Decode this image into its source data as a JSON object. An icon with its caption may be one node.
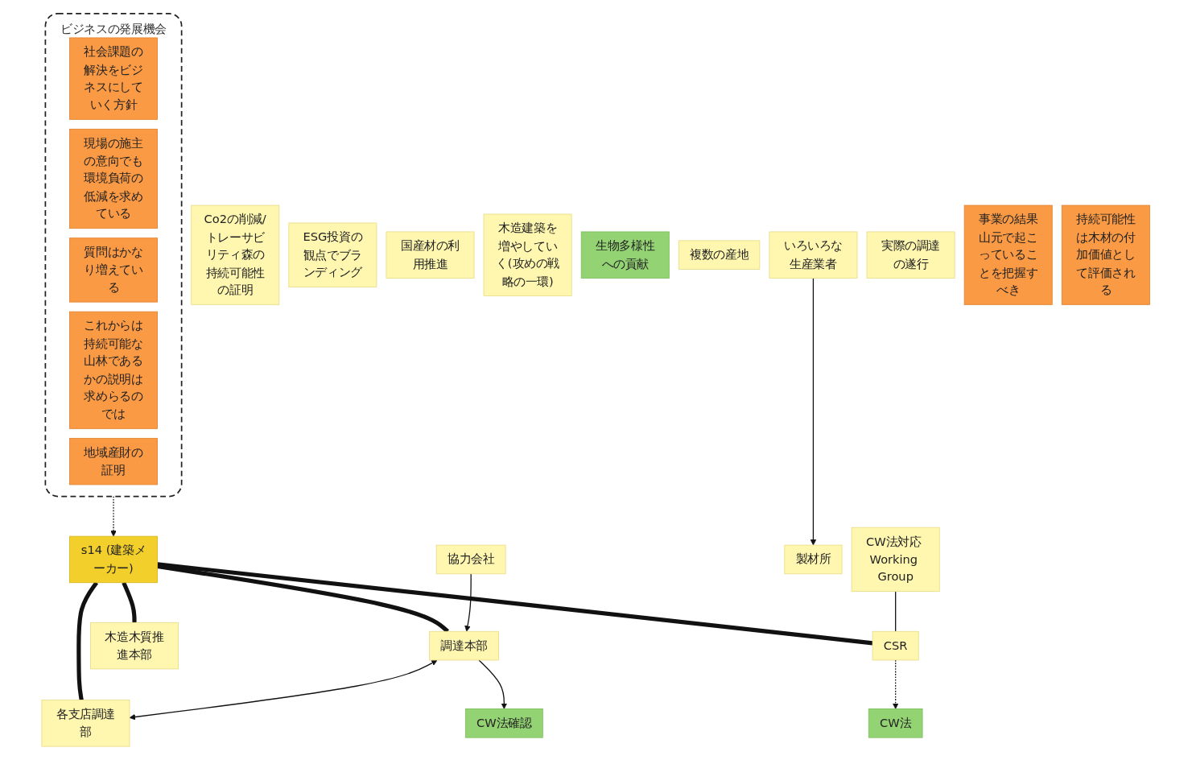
{
  "diagram": {
    "nodes": [
      {
        "text": [
          "Co2の削減/トレーサビリティ森の持続可能性の証明"
        ]
      },
      {
        "text": [
          "ESG投資の観点でブランディング"
        ]
      },
      {
        "text": [
          "国産材の利用推進"
        ]
      },
      {
        "text": [
          "木造建築を増やしていく(攻めの戦略の一環)"
        ]
      },
      {
        "text": [
          "CW法確認"
        ]
      },
      {
        "text": [
          "協力会社"
        ]
      },
      {
        "text": [
          "調達本部"
        ]
      },
      {
        "text": [
          "木造木質推進本部"
        ]
      },
      {
        "text": [
          "生物多様性への貢献"
        ]
      },
      {
        "text": [
          "CW法"
        ]
      },
      {
        "text": [
          "s14 (建築メーカー)"
        ]
      },
      {
        "text": [
          "各支店調達部"
        ]
      },
      {
        "text": [
          "複数の産地"
        ]
      },
      {
        "text": [
          "CSR"
        ]
      },
      {
        "text": [
          "いろいろな生産業者"
        ]
      },
      {
        "text": [
          "製材所"
        ]
      },
      {
        "text": [
          "CW法対応 Working Group"
        ]
      },
      {
        "text": [
          "実際の調達の遂行"
        ]
      },
      {
        "text": [
          "事業の結果山元で起こっていることを把握すべき"
        ]
      },
      {
        "text": [
          "ビジネスの発展機会"
        ]
      },
      {
        "text": [
          "社会課題の解決をビジネスにしていく方針"
        ],
        "in": 19
      },
      {
        "text": [
          "現場の施主の意向でも環境負荷の低減を求めている"
        ],
        "in": 19
      },
      {
        "text": [
          "質問はかなり増えている"
        ],
        "in": 19
      },
      {
        "text": [
          "これからは持続可能な山林であるかの説明は求めらるのでは"
        ],
        "in": 19
      },
      {
        "text": [
          "地域産財の証明"
        ],
        "in": 19
      },
      {
        "text": [
          "持続可能性は木材の付加価値として評価される"
        ]
      }
    ],
    "edges": [
      {
        "from": 10,
        "to": 7,
        "arrow": "none",
        "style": "thick"
      },
      {
        "from": 10,
        "to": 13,
        "arrow": "none",
        "style": "thick"
      },
      {
        "from": 10,
        "to": 6,
        "arrow": "none",
        "style": "thick"
      },
      {
        "from": 10,
        "to": 11,
        "arrow": "none",
        "style": "thick"
      },
      {
        "from": 13,
        "to": 9,
        "arrow": "to",
        "style": "dashed"
      },
      {
        "from": 16,
        "to": 13,
        "arrow": "none"
      },
      {
        "from": 5,
        "to": 6,
        "arrow": "to"
      },
      {
        "from": 6,
        "to": 4,
        "arrow": "to"
      },
      {
        "from": 6,
        "to": 11,
        "arrow": "both"
      },
      {
        "from": 14,
        "to": 15,
        "arrow": "to"
      },
      {
        "from": 19,
        "to": 10,
        "arrow": "to",
        "style": "dashed"
      }
    ]
  }
}
